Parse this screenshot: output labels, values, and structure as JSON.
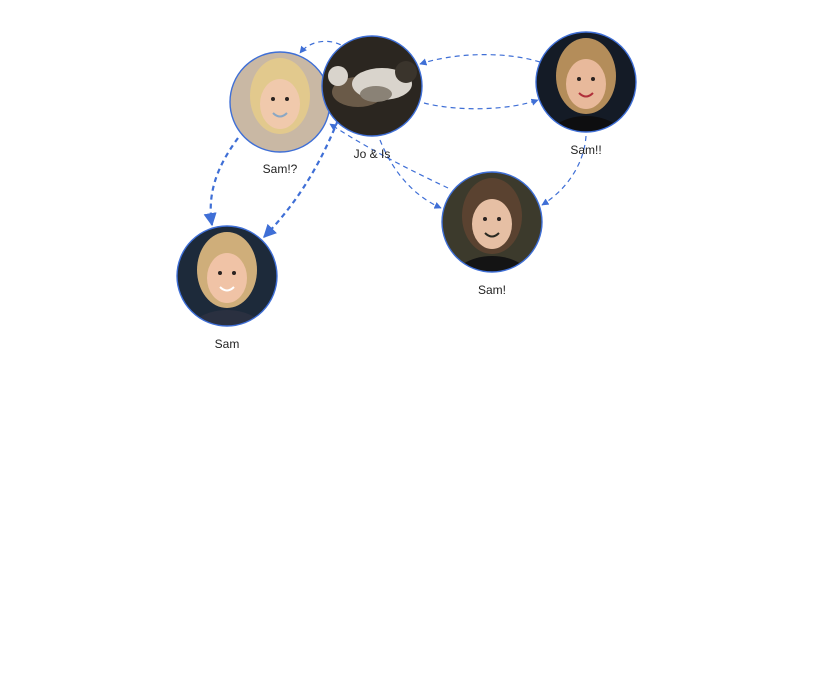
{
  "colors": {
    "edge": "#3f6fd6",
    "node_border": "#3f6fd6",
    "label": "#222222",
    "background": "#ffffff"
  },
  "nodes": [
    {
      "id": "sam-q",
      "label": "Sam!?",
      "image": "portrait-blonde-sunglasses-on-head",
      "palette": {
        "bg": "#c9b8a4",
        "hair": "#e2c98d",
        "skin": "#f0c9ac",
        "shirt": "#c9b8a4",
        "accent": "#8aa7c4"
      }
    },
    {
      "id": "jo-is",
      "label": "Jo & Is",
      "image": "photo-two-cats-on-bed",
      "palette": {
        "bg": "#2b2620",
        "hair": "#d9d4cc",
        "skin": "#6a5a48",
        "shirt": "#3a342c",
        "accent": "#8a8276"
      }
    },
    {
      "id": "sam-ex2",
      "label": "Sam!!",
      "image": "portrait-blonde-dark-background",
      "palette": {
        "bg": "#141b26",
        "hair": "#b48d5a",
        "skin": "#e8b99b",
        "shirt": "#0e0e10",
        "accent": "#b0303a"
      }
    },
    {
      "id": "sam-ex",
      "label": "Sam!",
      "image": "portrait-brunette-dark-top",
      "palette": {
        "bg": "#3c3a2c",
        "hair": "#5a4230",
        "skin": "#e6bfa4",
        "shirt": "#141414",
        "accent": "#2b2a22"
      }
    },
    {
      "id": "sam",
      "label": "Sam",
      "image": "portrait-blonde-smiling",
      "palette": {
        "bg": "#1d2a3a",
        "hair": "#cfae7a",
        "skin": "#f0c3a6",
        "shirt": "#2a3040",
        "accent": "#ffffff"
      }
    }
  ],
  "edges": [
    {
      "from": "jo-is",
      "to": "sam-q",
      "style": "dashed"
    },
    {
      "from": "sam-ex2",
      "to": "jo-is",
      "style": "dashed"
    },
    {
      "from": "jo-is",
      "to": "sam-ex2",
      "style": "dashed"
    },
    {
      "from": "sam-ex2",
      "to": "sam-ex",
      "style": "dashed"
    },
    {
      "from": "jo-is",
      "to": "sam-ex",
      "style": "dashed"
    },
    {
      "from": "sam-ex",
      "to": "sam-q",
      "style": "dashed"
    },
    {
      "from": "sam-q",
      "to": "sam",
      "style": "dashed-bold"
    },
    {
      "from": "jo-is",
      "to": "sam",
      "style": "dashed-bold"
    }
  ]
}
